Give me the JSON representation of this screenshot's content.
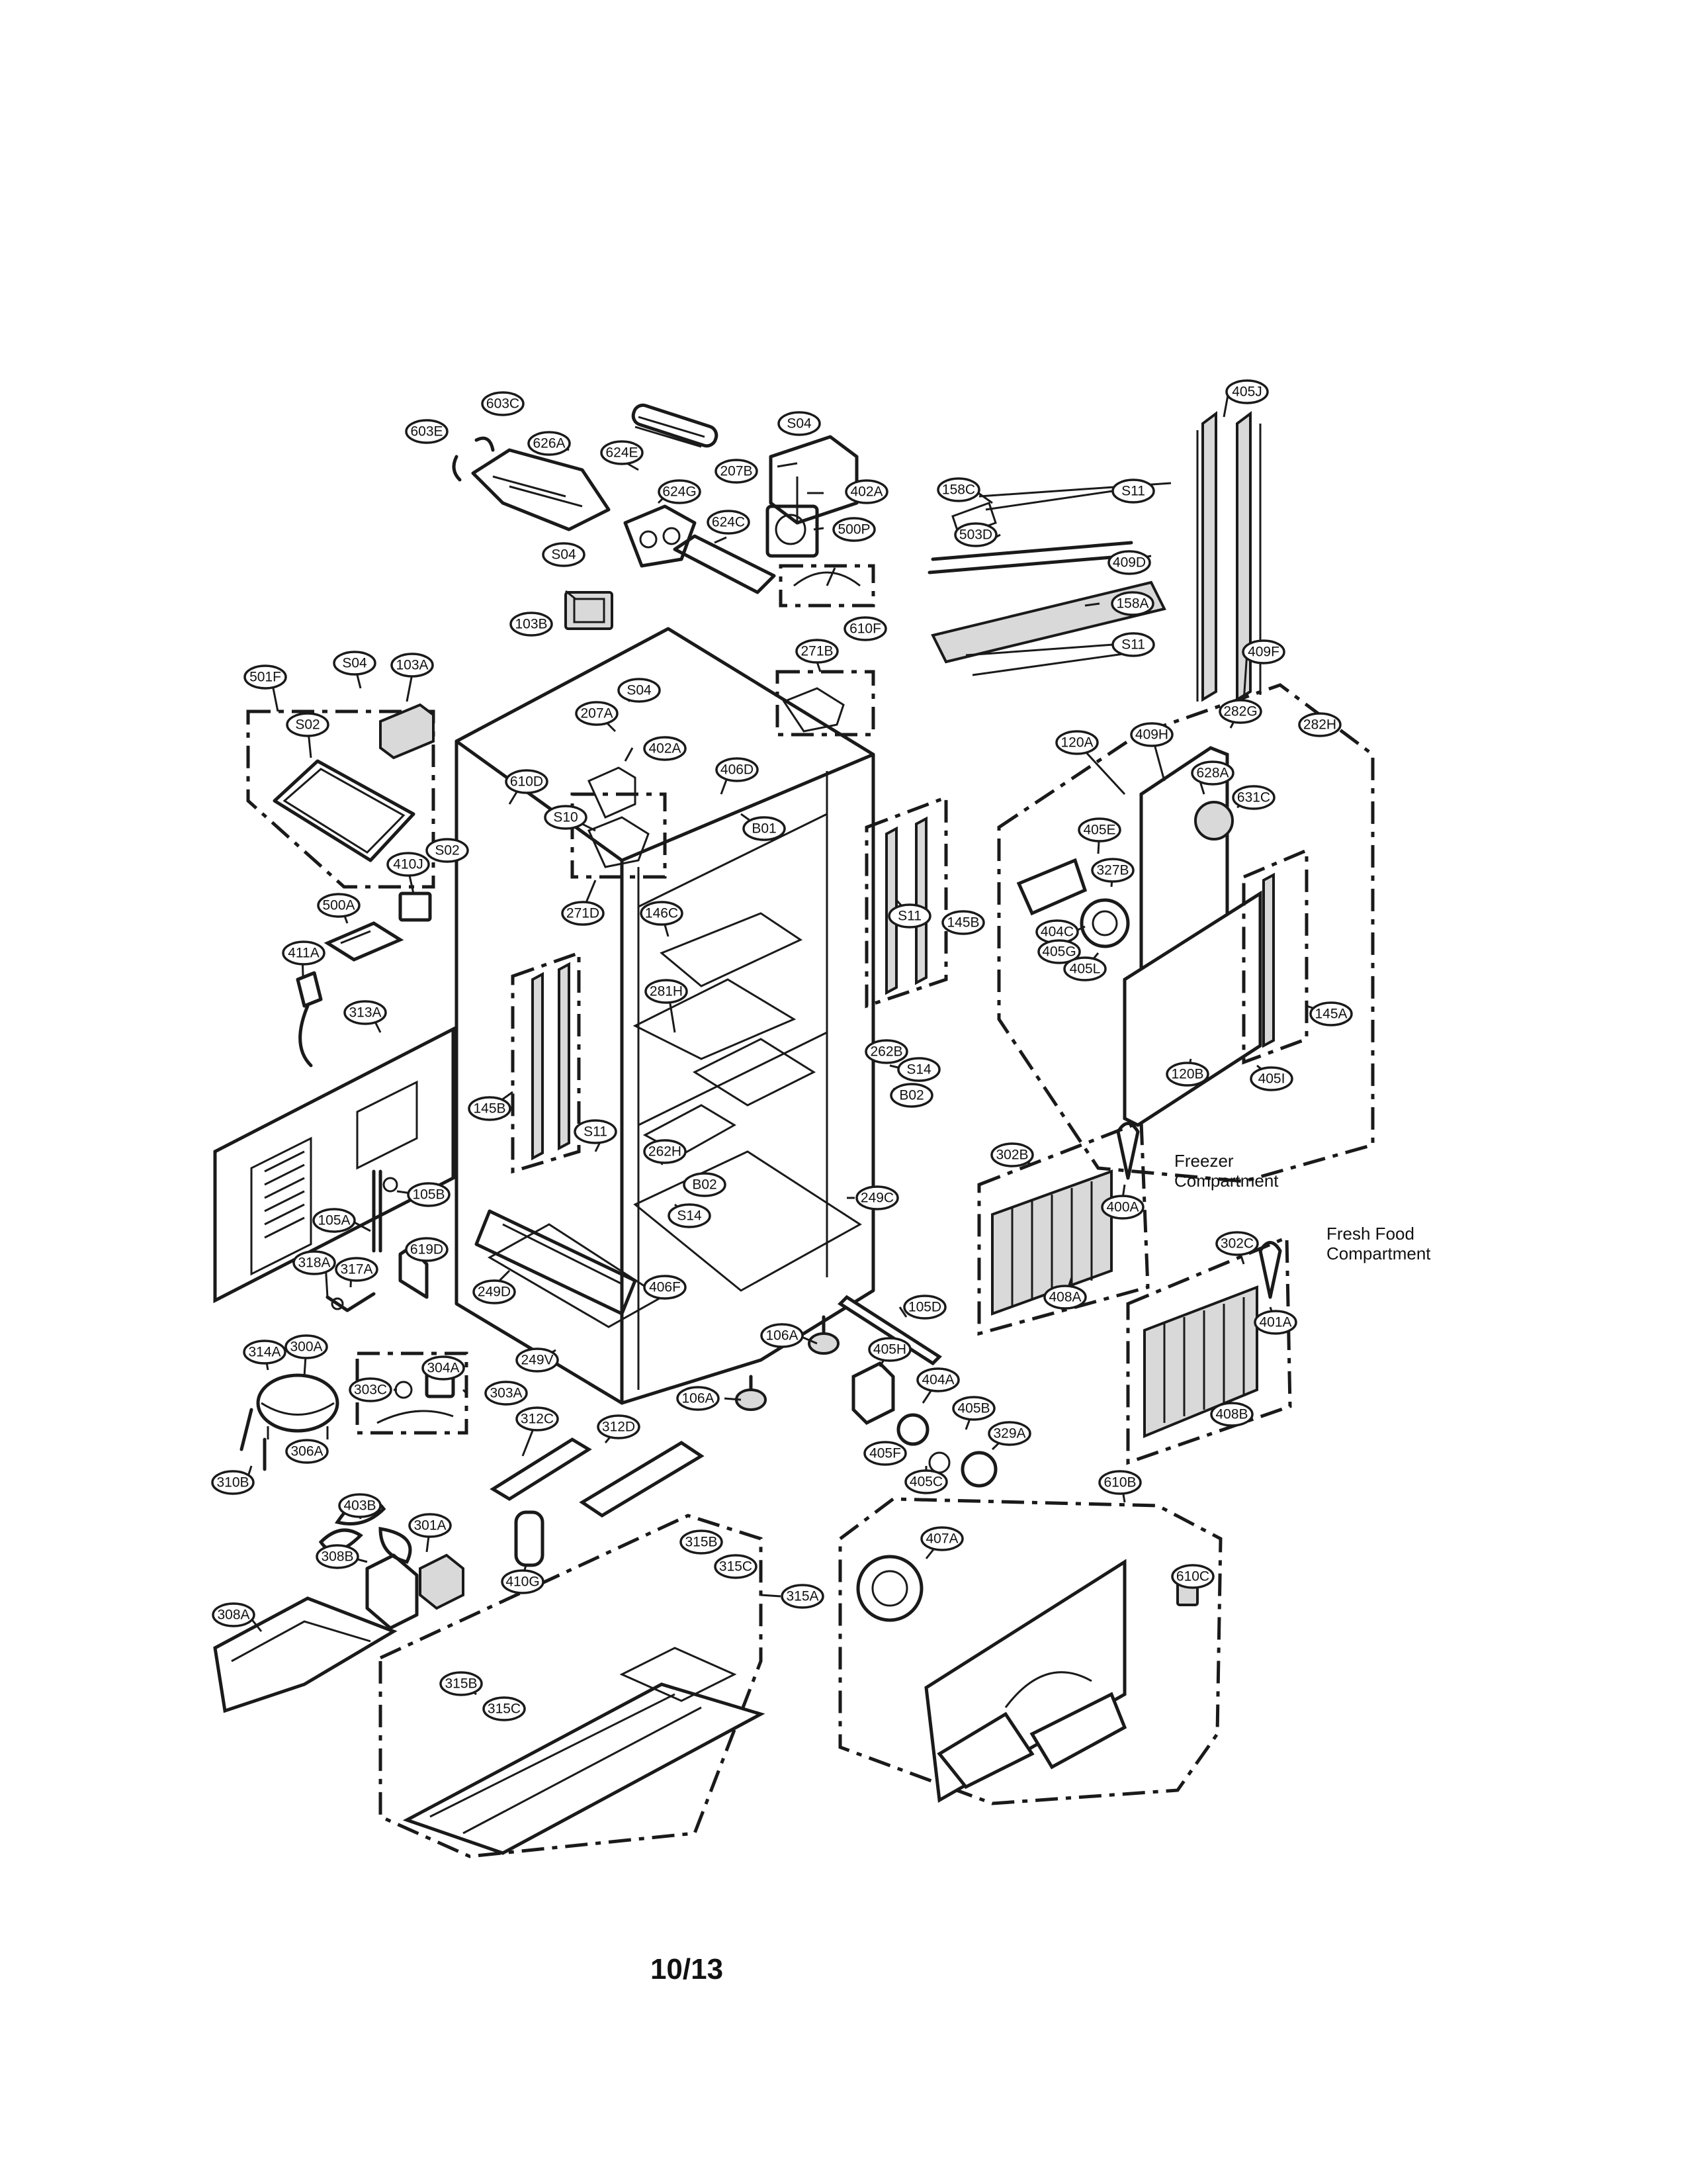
{
  "page_number": "10/13",
  "notes": {
    "freezer_1": "Freezer",
    "freezer_2": "Compartment",
    "fresh_1": "Fresh Food",
    "fresh_2": "Compartment"
  },
  "callout_labels": [
    "603C",
    "603E",
    "626A",
    "624E",
    "S04",
    "207B",
    "402A",
    "624G",
    "624C",
    "500P",
    "610F",
    "S04",
    "103B",
    "158C",
    "S11",
    "503D",
    "409D",
    "158A",
    "S11",
    "405J",
    "409F",
    "501F",
    "S02",
    "S04",
    "103A",
    "271B",
    "S04",
    "207A",
    "402A",
    "406D",
    "610D",
    "B01",
    "S10",
    "271D",
    "146C",
    "S11",
    "145B",
    "S02",
    "410J",
    "500A",
    "411A",
    "313A",
    "281H",
    "145B",
    "S11",
    "262B",
    "S14",
    "B02",
    "262H",
    "B02",
    "S14",
    "249C",
    "105B",
    "105A",
    "619D",
    "318A",
    "317A",
    "249D",
    "406F",
    "249V",
    "105D",
    "106A",
    "106A",
    "314A",
    "300A",
    "304A",
    "303C",
    "303A",
    "312C",
    "312D",
    "306A",
    "310B",
    "403B",
    "301A",
    "308B",
    "308A",
    "410G",
    "315B",
    "315C",
    "315A",
    "315B",
    "315C",
    "120A",
    "282G",
    "282H",
    "409H",
    "628A",
    "631C",
    "405E",
    "327B",
    "404C",
    "405G",
    "405L",
    "145A",
    "120B",
    "405I",
    "302B",
    "400A",
    "408A",
    "302C",
    "401A",
    "408B",
    "405H",
    "404A",
    "405B",
    "329A",
    "405F",
    "405C",
    "610B",
    "407A",
    "610C"
  ]
}
